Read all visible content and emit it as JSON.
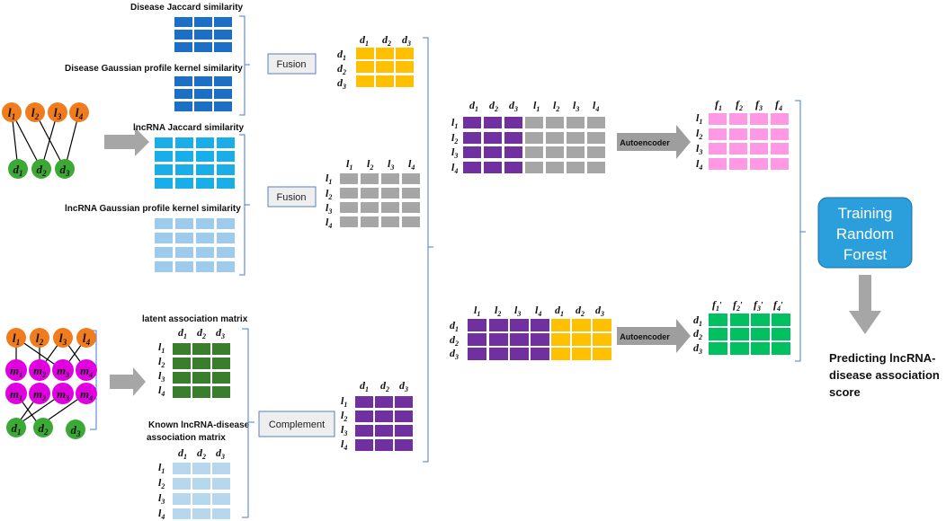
{
  "labels": {
    "disease_jaccard": "Disease   Jaccard  similarity",
    "disease_gaussian": "Disease   Gaussian   profile   kernel  similarity",
    "lnc_jaccard": "lncRNA  Jaccard  similarity",
    "lnc_gaussian": "lncRNA  Gaussian   profile   kernel similarity",
    "latent": "latent  association  matrix",
    "known_line1": "Known  lncRNA-disease",
    "known_line2": "association   matrix",
    "predict_line1": "Predicting lncRNA-",
    "predict_line2": "disease association",
    "predict_line3": "score"
  },
  "buttons": {
    "fusion_top": "Fusion",
    "fusion_mid": "Fusion",
    "complement": "Complement",
    "autoencoder_top": "Autoencoder",
    "autoencoder_bottom": "Autoencoder",
    "rf_line1": "Training",
    "rf_line2": "Random",
    "rf_line3": "Forest"
  },
  "colors": {
    "blue_dark": "#1c6fc4",
    "blue_cyan": "#1aaee8",
    "blue_light": "#9ccbec",
    "yellow": "#ffc000",
    "gray": "#a6a6a6",
    "purple": "#7030a0",
    "pink": "#ff99e6",
    "green": "#00c060",
    "green_dark": "#3a7d2c",
    "pale_blue": "#b7d7ee",
    "orange_node": "#f07c1e",
    "green_node": "#3aaa35",
    "magenta_node": "#e000e0",
    "rf_blue": "#2a9fdc"
  }
}
